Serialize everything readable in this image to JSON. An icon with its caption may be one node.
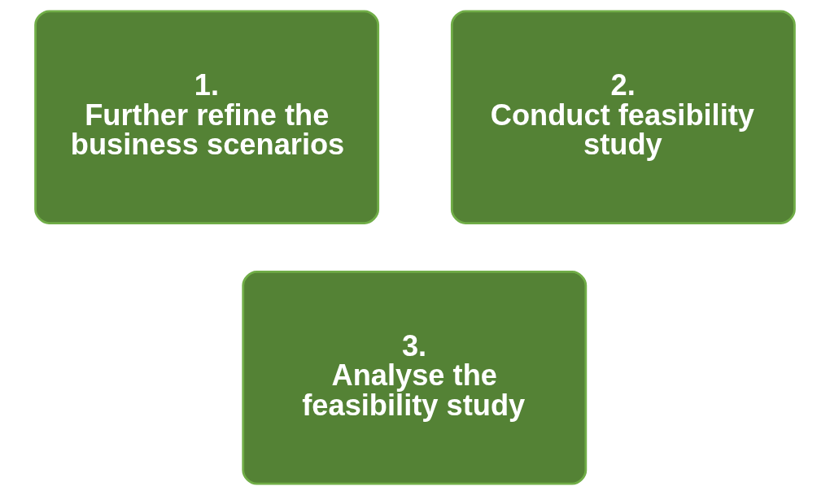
{
  "diagram": {
    "nodes": [
      {
        "text": [
          "1.",
          "Further refine the business scenarios"
        ]
      },
      {
        "text": [
          "2.",
          "Conduct feasibility study"
        ]
      },
      {
        "text": [
          "3.",
          "Analyse the feasibility study"
        ]
      }
    ]
  }
}
